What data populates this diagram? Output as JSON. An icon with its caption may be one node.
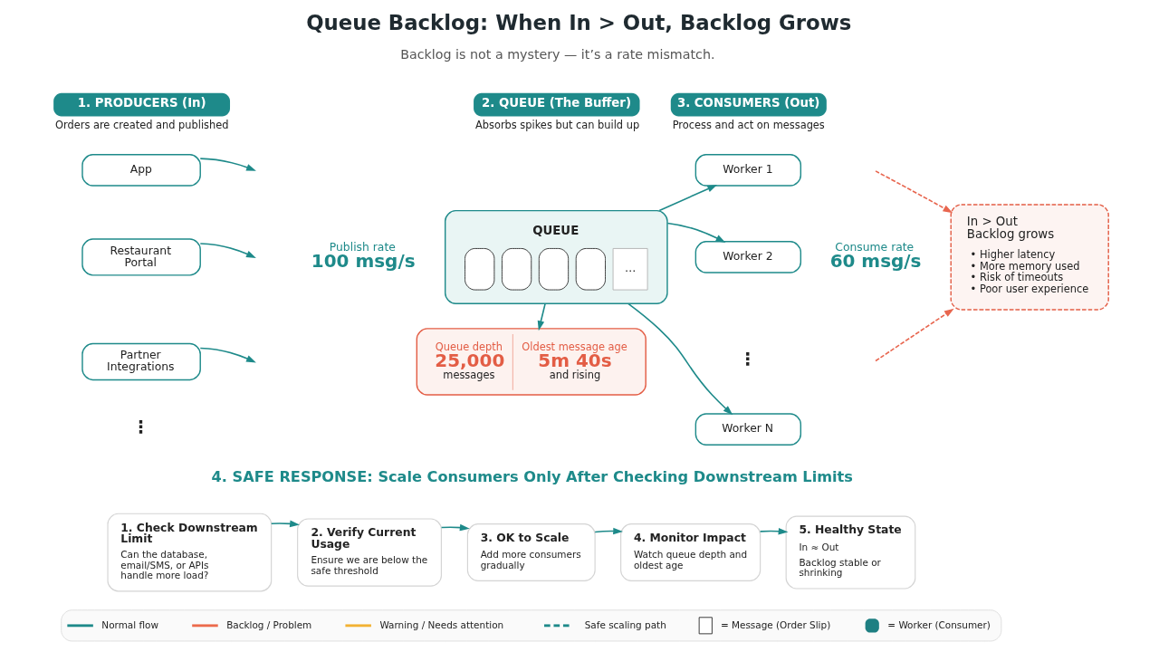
{
  "diagram": {
    "title": "Queue Backlog: When In > Out, Backlog Grows",
    "nodes": [
      {
        "text": [
          "1. PRODUCERS (In)"
        ],
        "beside": [
          "Orders are created and published"
        ]
      },
      {
        "text": [
          "2. QUEUE (The Buffer)"
        ],
        "beside": [
          "Absorbs spikes but can build up"
        ]
      },
      {
        "text": [
          "3. CONSUMERS (Out)"
        ],
        "beside": [
          "Process and act on messages"
        ]
      },
      {
        "text": [
          "App"
        ]
      },
      {
        "text": [
          "Restaurant Portal"
        ]
      },
      {
        "text": [
          "Partner Integrations"
        ]
      },
      {
        "text": [
          "QUEUE",
          "…"
        ]
      },
      {
        "text": [
          "Queue depth",
          "25,000",
          "messages",
          "Oldest message age",
          "5m 40s",
          "and rising"
        ]
      },
      {
        "text": [
          "Worker 1"
        ]
      },
      {
        "text": [
          "Worker 2"
        ]
      },
      {
        "text": [
          "Worker N"
        ]
      },
      {
        "text": [
          "In > Out",
          "Backlog grows",
          "• Higher latency",
          "• More memory used",
          "• Risk of timeouts",
          "• Poor user experience"
        ]
      },
      {
        "text": [
          "1. Check Downstream Limit",
          "Can the database, email/SMS, or APIs handle more load?"
        ]
      },
      {
        "text": [
          "2. Verify Current Usage",
          "Ensure we are below the safe threshold"
        ]
      },
      {
        "text": [
          "3. OK to Scale",
          "Add more consumers gradually"
        ]
      },
      {
        "text": [
          "4. Monitor Impact",
          "Watch queue depth and oldest age"
        ]
      },
      {
        "text": [
          "5. Healthy State",
          "In ≈ Out",
          "Backlog stable or shrinking"
        ]
      }
    ],
    "edges": [
      {
        "from": 3,
        "to": null,
        "arrow": "to"
      },
      {
        "from": 4,
        "to": null,
        "arrow": "to"
      },
      {
        "from": 5,
        "to": null,
        "arrow": "to"
      },
      {
        "from": 6,
        "to": 7,
        "arrow": "to"
      },
      {
        "from": 6,
        "to": 8,
        "arrow": "to"
      },
      {
        "from": 6,
        "to": 9,
        "arrow": "to"
      },
      {
        "from": 6,
        "to": 10,
        "arrow": "to"
      },
      {
        "from": null,
        "to": 11,
        "arrow": "to",
        "style": "dashed",
        "color": "#e8664f"
      },
      {
        "from": null,
        "to": 11,
        "arrow": "to",
        "style": "dashed",
        "color": "#e8664f"
      },
      {
        "from": 12,
        "to": 13,
        "arrow": "to"
      },
      {
        "from": 13,
        "to": 14,
        "arrow": "to"
      },
      {
        "from": 14,
        "to": 15,
        "arrow": "to"
      },
      {
        "from": 15,
        "to": 16,
        "arrow": "to"
      }
    ],
    "labels": [
      "Backlog is not a mystery — it’s a rate mismatch.",
      "Publish rate",
      "100 msg/s",
      "⋮",
      "⋮",
      "Consume rate",
      "60 msg/s",
      "4. SAFE RESPONSE: Scale Consumers Only After Checking Downstream Limits"
    ],
    "legend": [
      {
        "text": "Normal flow"
      },
      {
        "text": "Backlog / Problem"
      },
      {
        "text": "Warning / Needs attention"
      },
      {
        "text": "Safe scaling path"
      },
      {
        "text": "= Message (Order Slip)"
      },
      {
        "text": "= Worker (Consumer)"
      }
    ]
  }
}
